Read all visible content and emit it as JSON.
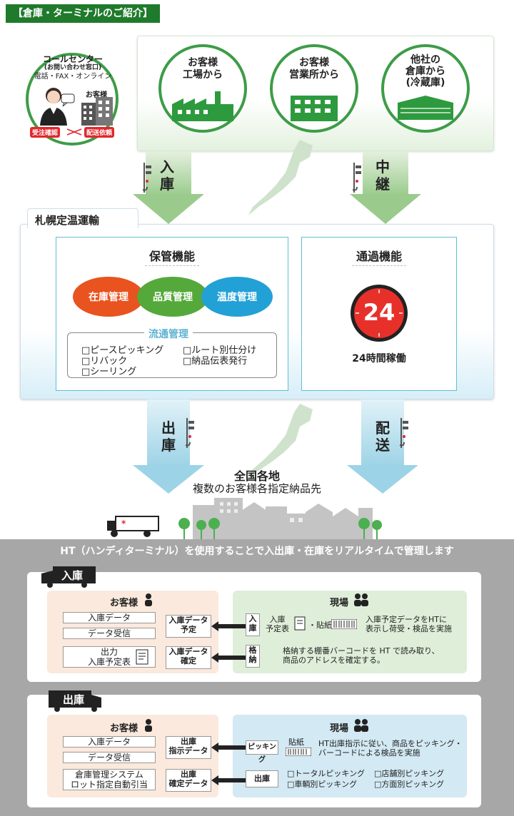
{
  "title": "【倉庫・ターミナルのご紹介】",
  "call_center": {
    "title": "コールセンター",
    "subtitle": "(お問い合わせ窓口)",
    "channels": "電話・FAX・オンライン",
    "customer_label": "お客様",
    "tag_left": "受注確認",
    "tag_right": "配送依頼"
  },
  "sources": [
    {
      "label": "お客様\n工場から"
    },
    {
      "label": "お客様\n営業所から"
    },
    {
      "label": "他社の\n倉庫から\n(冷蔵庫)"
    }
  ],
  "arrows_in": {
    "left": "入\n庫",
    "right": "中\n継"
  },
  "company": "札幌定温運輸",
  "storage": {
    "title": "保管機能",
    "items": [
      "在庫管理",
      "品質管理",
      "温度管理"
    ],
    "colors": [
      "#e8531f",
      "#55a93a",
      "#22a1d6"
    ],
    "flow_title": "流通管理",
    "flow_items_left": [
      "□ピースピッキング",
      "□リバック",
      "□シーリング"
    ],
    "flow_items_right": [
      "□ルート別仕分け",
      "□納品伝表発行"
    ]
  },
  "transit": {
    "title": "通過機能",
    "clock_number": "24",
    "clock_label": "24時間稼働"
  },
  "arrows_out": {
    "left": "出\n庫",
    "right": "配\n送"
  },
  "destination": {
    "title": "全国各地",
    "subtitle": "複数のお客様各指定納品先"
  },
  "ht_headline": "HT（ハンディターミナル）を使用することで入出庫・在庫をリアルタイムで管理します",
  "inbound": {
    "header": "入庫",
    "customer_title": "お客様",
    "rows": [
      "入庫データ",
      "データ受信",
      "出力\n入庫予定表"
    ],
    "mid_boxes": [
      "入庫データ\n予定",
      "入庫データ\n確定"
    ],
    "site_title": "現場",
    "step1_label": "入\n庫",
    "step1_sub": "入庫\n予定表",
    "step1_mid": "・貼紙",
    "step1_desc": "入庫予定データをHTに\n表示し荷受・検品を実施",
    "step2_label": "格\n納",
    "step2_desc": "格納する棚番バーコードを HT で読み取り、\n商品のアドレスを確定する。"
  },
  "outbound": {
    "header": "出庫",
    "customer_title": "お客様",
    "rows": [
      "入庫データ",
      "データ受信",
      "倉庫管理システム\nロット指定自動引当"
    ],
    "mid_boxes": [
      "出庫\n指示データ",
      "出庫\n確定データ"
    ],
    "site_title": "現場",
    "step1_label": "ピッキング",
    "step1_sub": "貼紙",
    "step1_desc": "HT出庫指示に従い、商品をピッキング・\nバーコードによる検品を実施",
    "step2_label": "出庫",
    "step2_items": [
      "□トータルピッキング",
      "□店舗別ピッキング",
      "□車輌別ピッキング",
      "□方面別ピッキング"
    ]
  }
}
